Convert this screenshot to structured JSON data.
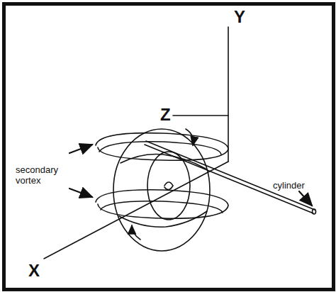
{
  "diagram": {
    "labels": [
      "Y",
      "Z",
      "X",
      "secondary vortex",
      "cylinder"
    ]
  }
}
